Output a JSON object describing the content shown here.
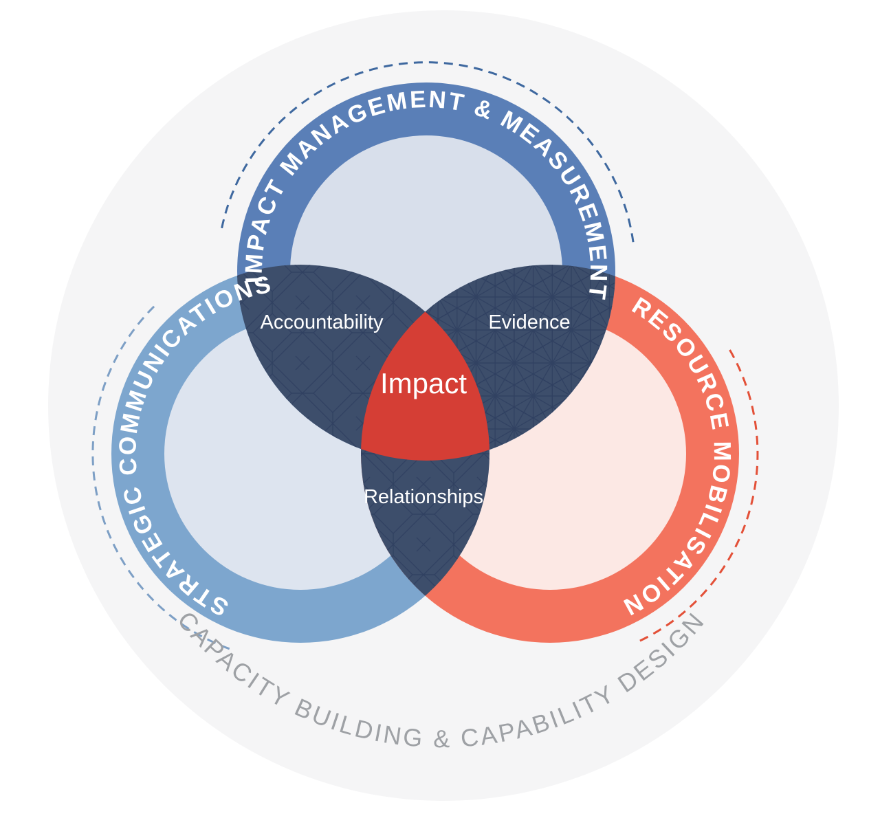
{
  "diagram": {
    "title_present": false,
    "center_label": "Impact",
    "outer_label": "CAPACITY BUILDING & CAPABILITY DESIGN",
    "circles": [
      {
        "id": "impact-management",
        "label": "IMPACT MANAGEMENT & MEASUREMENT",
        "position": "top",
        "ring_color": "#5a7fb7",
        "inner_color": "#d8dfeb",
        "dash_color": "#3e689f"
      },
      {
        "id": "strategic-communications",
        "label": "STRATEGIC COMMUNICATIONS",
        "position": "bottom-left",
        "ring_color": "#7da6ce",
        "inner_color": "#dde4ef",
        "dash_color": "#7d9fc5"
      },
      {
        "id": "resource-mobilisation",
        "label": "RESOURCE MOBILISATION",
        "position": "bottom-right",
        "ring_color": "#f3735e",
        "inner_color": "#fce8e4",
        "dash_color": "#e35038"
      }
    ],
    "overlaps": [
      {
        "id": "accountability",
        "label": "Accountability",
        "between": [
          "impact-management",
          "strategic-communications"
        ],
        "pattern": "diamond-lattice"
      },
      {
        "id": "evidence",
        "label": "Evidence",
        "between": [
          "impact-management",
          "resource-mobilisation"
        ],
        "pattern": "radial-web"
      },
      {
        "id": "relationships",
        "label": "Relationships",
        "between": [
          "strategic-communications",
          "resource-mobilisation"
        ],
        "pattern": "diamond-lattice"
      }
    ],
    "colors": {
      "overlap_fill": "#3d4e6b",
      "overlap_pattern_line": "#2f4060",
      "center_fill": "#d53e35",
      "background_circle": "#f5f5f6",
      "outer_label_text": "#9ea1a5",
      "label_text": "#ffffff"
    }
  }
}
